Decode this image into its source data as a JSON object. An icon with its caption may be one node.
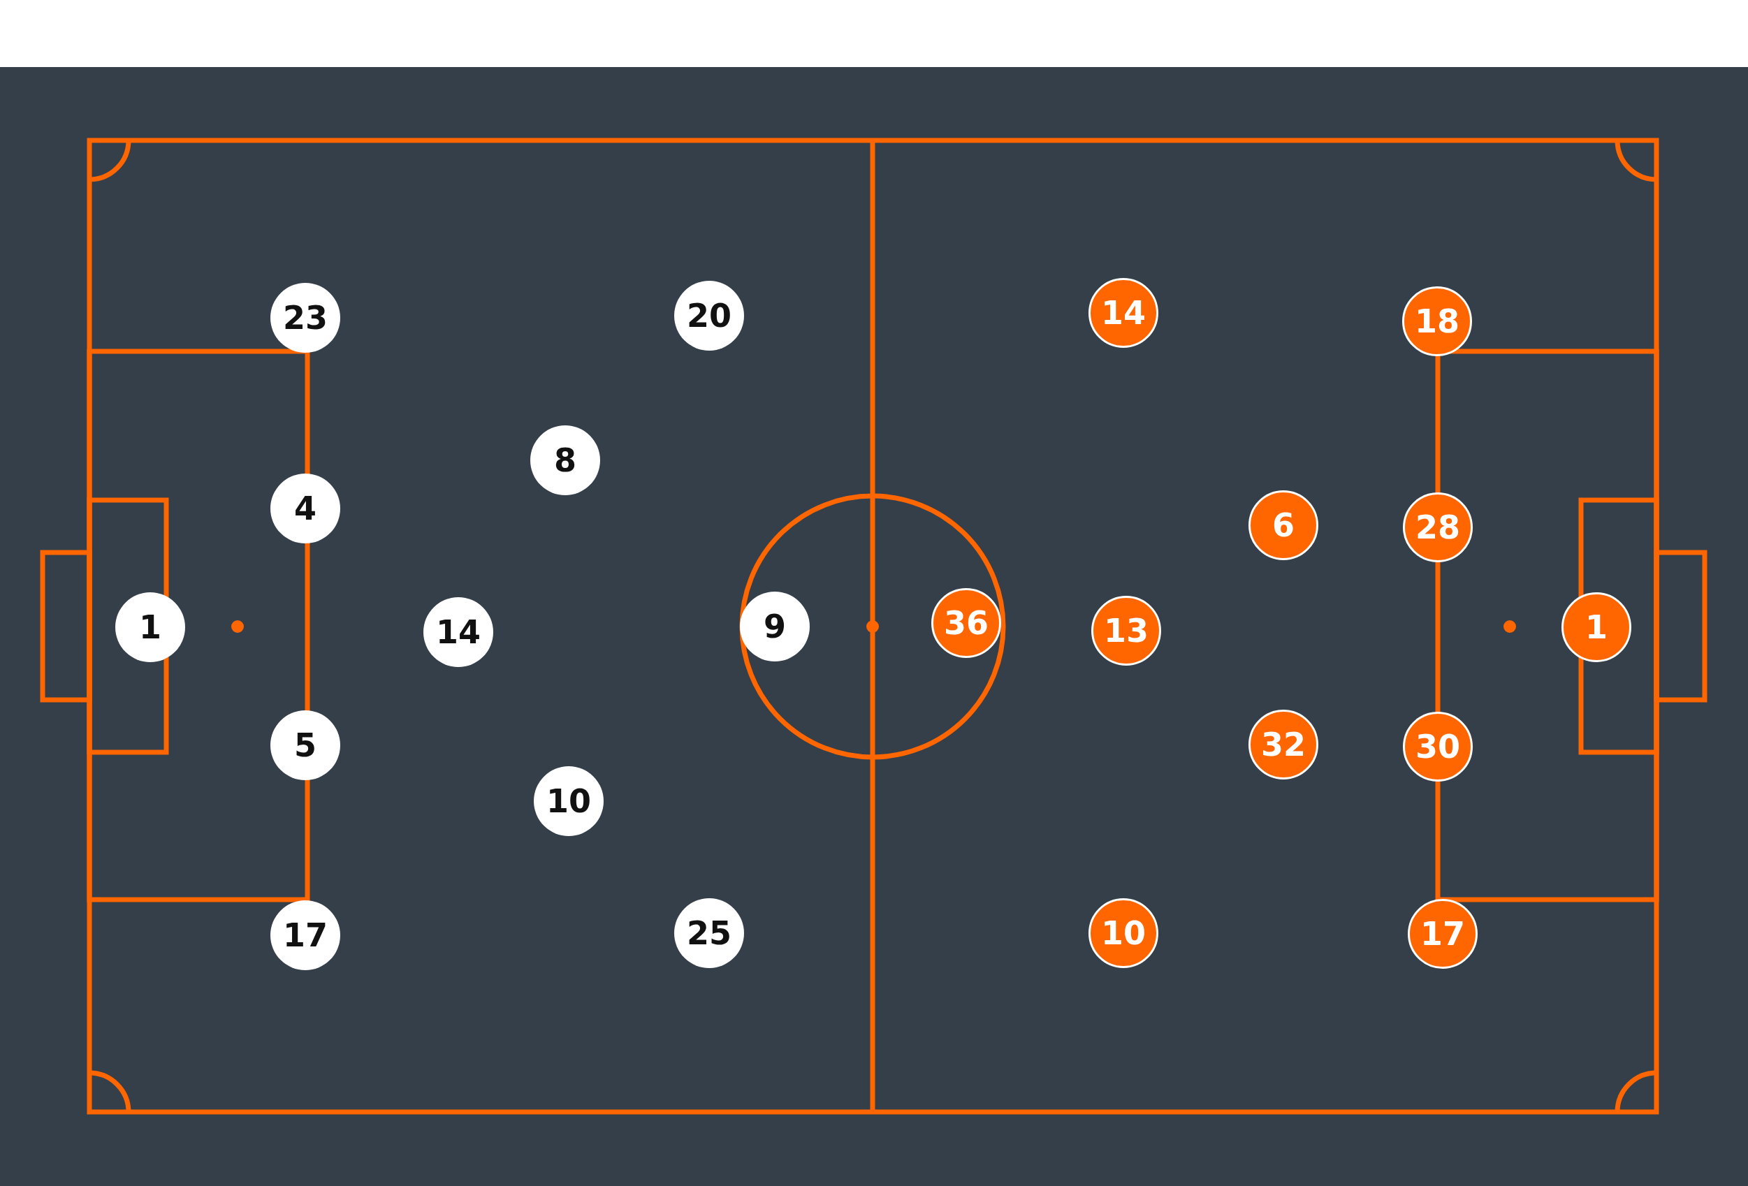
{
  "diagram": {
    "nodes": [
      {
        "text": [
          "23"
        ]
      },
      {
        "text": [
          "20"
        ]
      },
      {
        "text": [
          "8"
        ]
      },
      {
        "text": [
          "4"
        ]
      },
      {
        "text": [
          "1"
        ]
      },
      {
        "text": [
          "14"
        ]
      },
      {
        "text": [
          "9"
        ]
      },
      {
        "text": [
          "5"
        ]
      },
      {
        "text": [
          "10"
        ]
      },
      {
        "text": [
          "17"
        ]
      },
      {
        "text": [
          "25"
        ]
      },
      {
        "text": [
          "14"
        ]
      },
      {
        "text": [
          "18"
        ]
      },
      {
        "text": [
          "6"
        ]
      },
      {
        "text": [
          "28"
        ]
      },
      {
        "text": [
          "36"
        ]
      },
      {
        "text": [
          "13"
        ]
      },
      {
        "text": [
          "1"
        ]
      },
      {
        "text": [
          "32"
        ]
      },
      {
        "text": [
          "30"
        ]
      },
      {
        "text": [
          "10"
        ]
      },
      {
        "text": [
          "17"
        ]
      }
    ]
  }
}
